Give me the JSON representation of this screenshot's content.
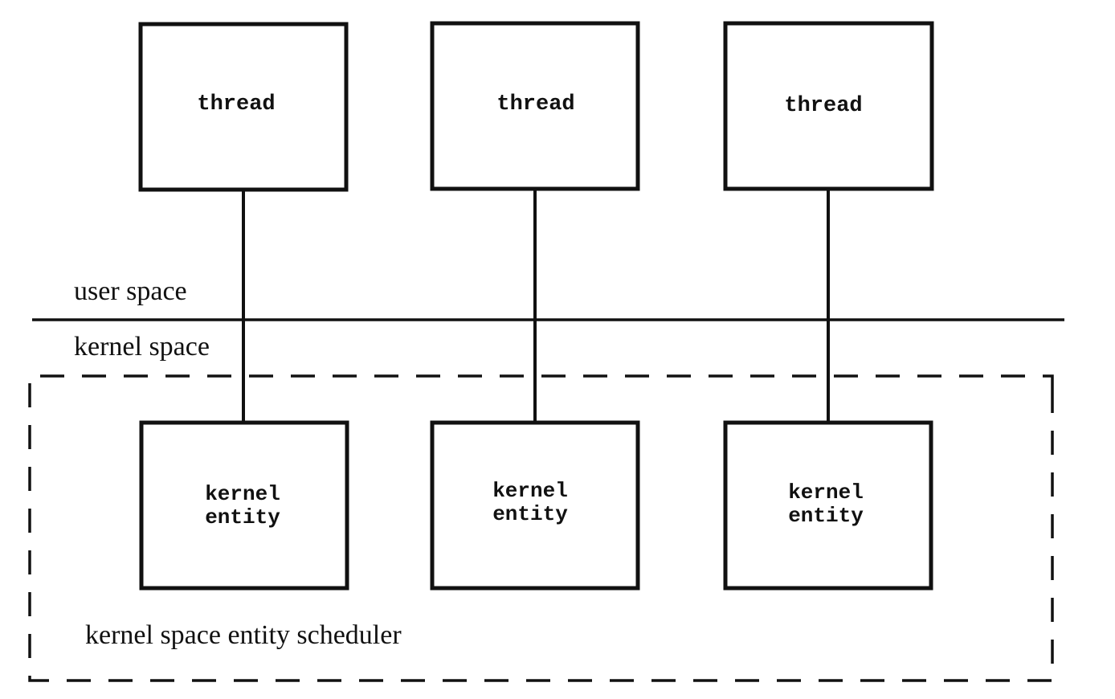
{
  "regions": {
    "user_space_label": "user space",
    "kernel_space_label": "kernel space",
    "scheduler_label": "kernel space entity scheduler"
  },
  "threads": [
    {
      "label": "thread"
    },
    {
      "label": "thread"
    },
    {
      "label": "thread"
    }
  ],
  "kernel_entities": [
    {
      "line1": "kernel",
      "line2": "entity"
    },
    {
      "line1": "kernel",
      "line2": "entity"
    },
    {
      "line1": "kernel",
      "line2": "entity"
    }
  ],
  "connections": [
    {
      "from": "thread 1",
      "to": "kernel entity 1"
    },
    {
      "from": "thread 2",
      "to": "kernel entity 2"
    },
    {
      "from": "thread 3",
      "to": "kernel entity 3"
    }
  ]
}
